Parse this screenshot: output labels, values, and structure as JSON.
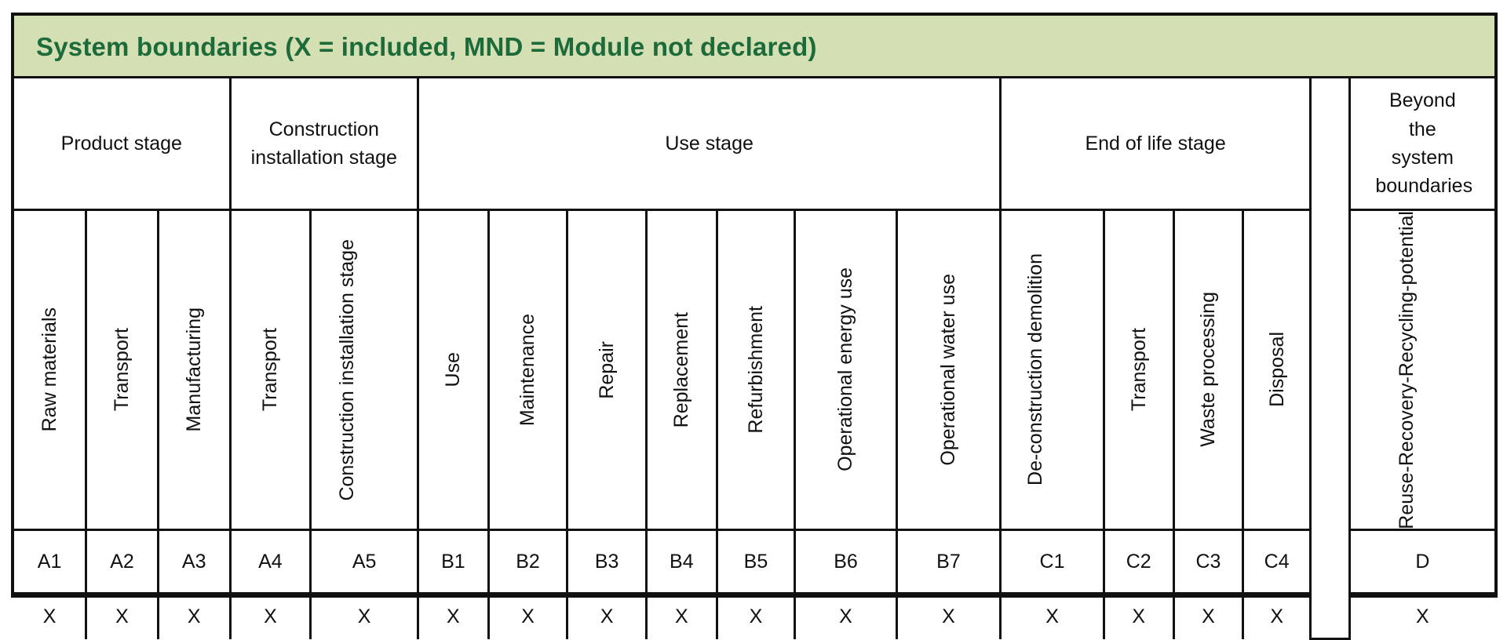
{
  "title": "System boundaries (X = included, MND = Module not declared)",
  "stages": {
    "product": "Product stage",
    "construction": "Construction installation stage",
    "use": "Use stage",
    "end_of_life": "End of life stage",
    "beyond": "Beyond the system boundaries"
  },
  "modules": [
    {
      "name": "Raw materials",
      "code": "A1",
      "status": "X"
    },
    {
      "name": "Transport",
      "code": "A2",
      "status": "X"
    },
    {
      "name": "Manufacturing",
      "code": "A3",
      "status": "X"
    },
    {
      "name": "Transport",
      "code": "A4",
      "status": "X"
    },
    {
      "name": "Construction installation stage",
      "code": "A5",
      "status": "X"
    },
    {
      "name": "Use",
      "code": "B1",
      "status": "X"
    },
    {
      "name": "Maintenance",
      "code": "B2",
      "status": "X"
    },
    {
      "name": "Repair",
      "code": "B3",
      "status": "X"
    },
    {
      "name": "Replacement",
      "code": "B4",
      "status": "X"
    },
    {
      "name": "Refurbishment",
      "code": "B5",
      "status": "X"
    },
    {
      "name": "Operational energy use",
      "code": "B6",
      "status": "X"
    },
    {
      "name": "Operational water use",
      "code": "B7",
      "status": "X"
    },
    {
      "name": "De-construction demolition",
      "code": "C1",
      "status": "X"
    },
    {
      "name": "Transport",
      "code": "C2",
      "status": "X"
    },
    {
      "name": "Waste processing",
      "code": "C3",
      "status": "X"
    },
    {
      "name": "Disposal",
      "code": "C4",
      "status": "X"
    },
    {
      "name": "Reuse-Recovery-Recycling-potential",
      "code": "D",
      "status": "X"
    }
  ]
}
